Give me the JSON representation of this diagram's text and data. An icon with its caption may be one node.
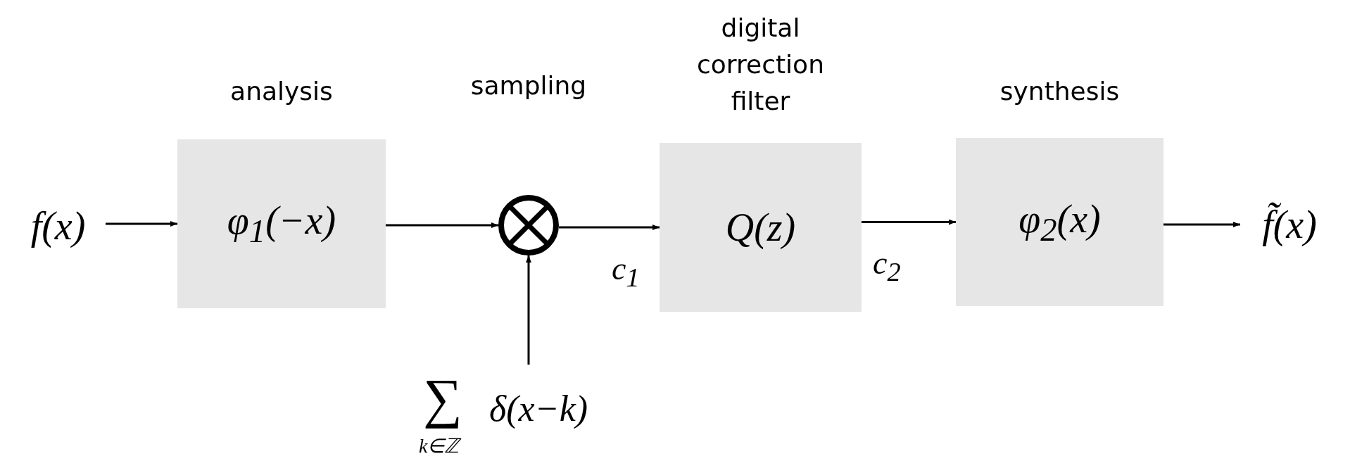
{
  "diagram": {
    "nodes": [
      {
        "text": [
          "f(x)"
        ]
      },
      {
        "text": [
          "analysis",
          "φ$_{1}$(−x)"
        ]
      },
      {
        "text": [],
        "shape": "circle",
        "beside": [
          "sampling"
        ]
      },
      {
        "text": [
          "digital correction filter",
          "Q(z)"
        ]
      },
      {
        "text": [
          "synthesis",
          "φ$_{2}$(x)"
        ]
      },
      {
        "text": [
          "f̃(x)"
        ]
      },
      {
        "text": [
          "∑",
          "k∈ℤ",
          "δ(x−k)"
        ]
      }
    ],
    "edges": [
      {
        "from": 0,
        "to": 1,
        "arrow": "to"
      },
      {
        "from": 1,
        "to": 2,
        "arrow": "to"
      },
      {
        "from": 2,
        "to": 3,
        "arrow": "to",
        "label": "c$_{1}$"
      },
      {
        "from": 3,
        "to": 4,
        "arrow": "to",
        "label": "c$_{2}$"
      },
      {
        "from": 4,
        "to": 5,
        "arrow": "to"
      },
      {
        "from": 6,
        "to": 2,
        "arrow": "to"
      }
    ]
  }
}
